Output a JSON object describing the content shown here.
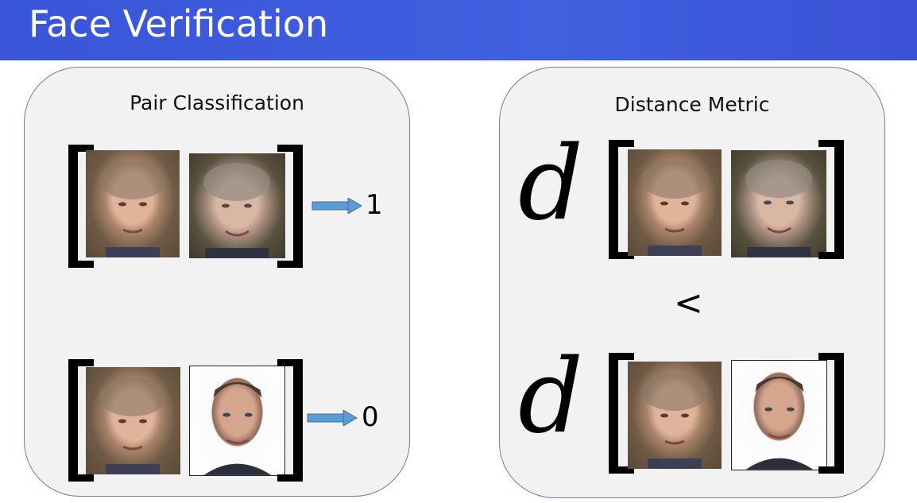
{
  "title": "Face Verification",
  "left_panel": {
    "heading": "Pair Classification",
    "rows": [
      {
        "output": "1"
      },
      {
        "output": "0"
      }
    ]
  },
  "right_panel": {
    "heading": "Distance Metric",
    "function_symbol": "d",
    "comparison": "<"
  },
  "colors": {
    "title_bar": "#3a55d8",
    "panel_bg": "#f2f2f2",
    "panel_border": "#6a7fa8",
    "arrow": "#5b9bd5"
  },
  "icons": {
    "arrow": "right-arrow-icon"
  }
}
